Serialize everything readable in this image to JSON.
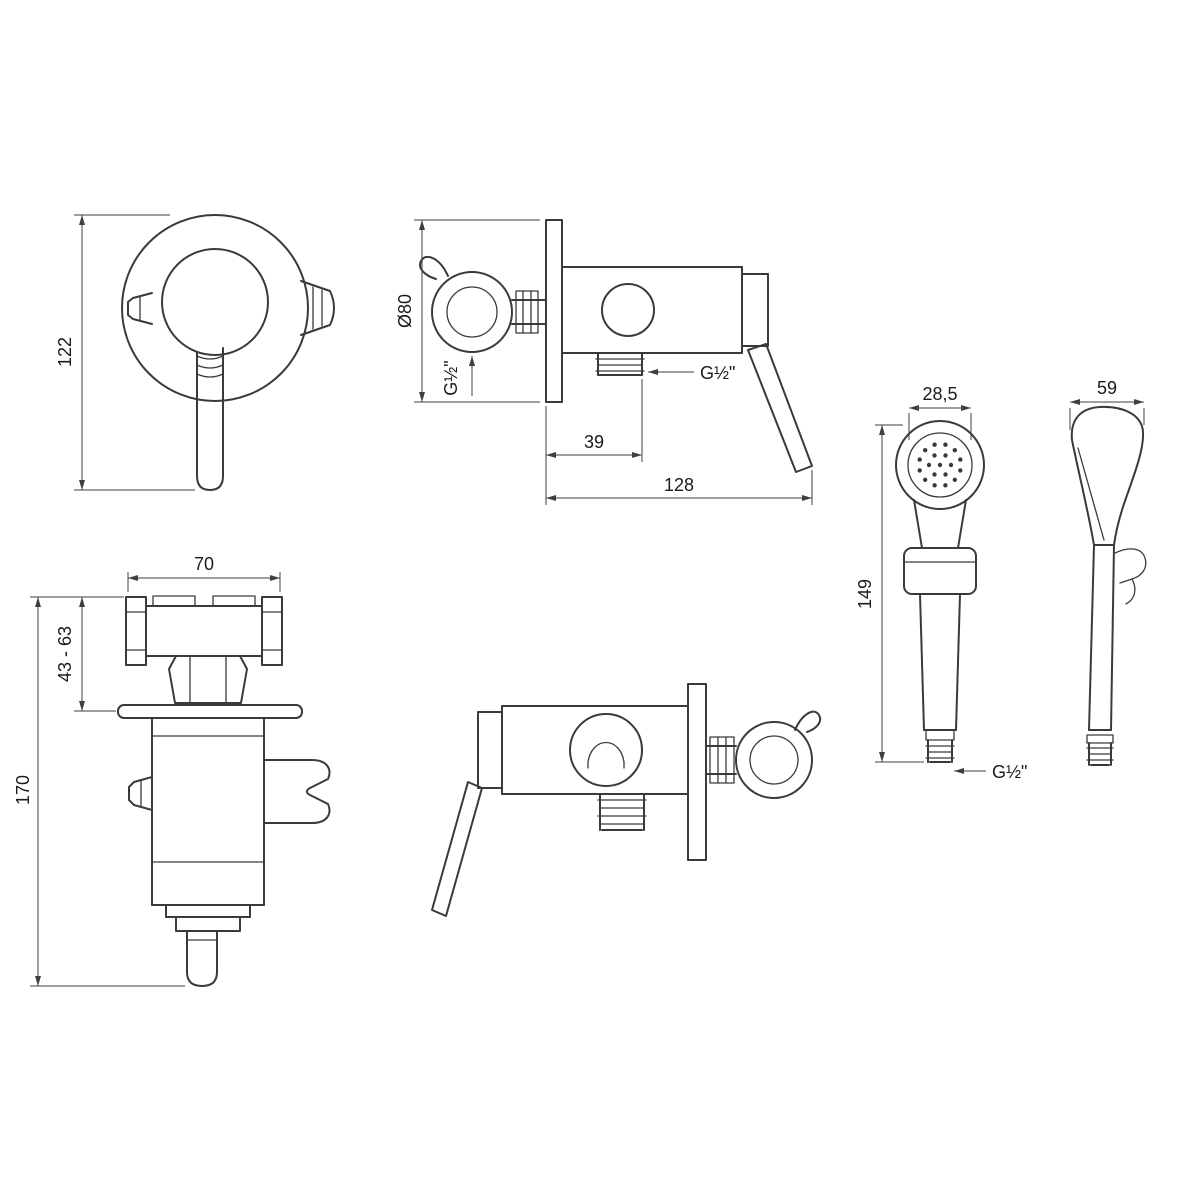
{
  "drawing": {
    "line_color": "#3a3a3a",
    "dimension_color": "#3f3f3f",
    "background": "#ffffff"
  },
  "labels": {
    "front_height": "122",
    "flange_diameter": "Ø80",
    "holder_thread": "G½\"",
    "outlet_thread": "G½\"",
    "outlet_offset": "39",
    "total_depth": "128",
    "handset_face_width": "28,5",
    "handset_side_width": "59",
    "handset_height": "149",
    "handset_thread": "G½\"",
    "bar_width": "70",
    "wall_adjustment": "43 - 63",
    "total_height": "170"
  }
}
